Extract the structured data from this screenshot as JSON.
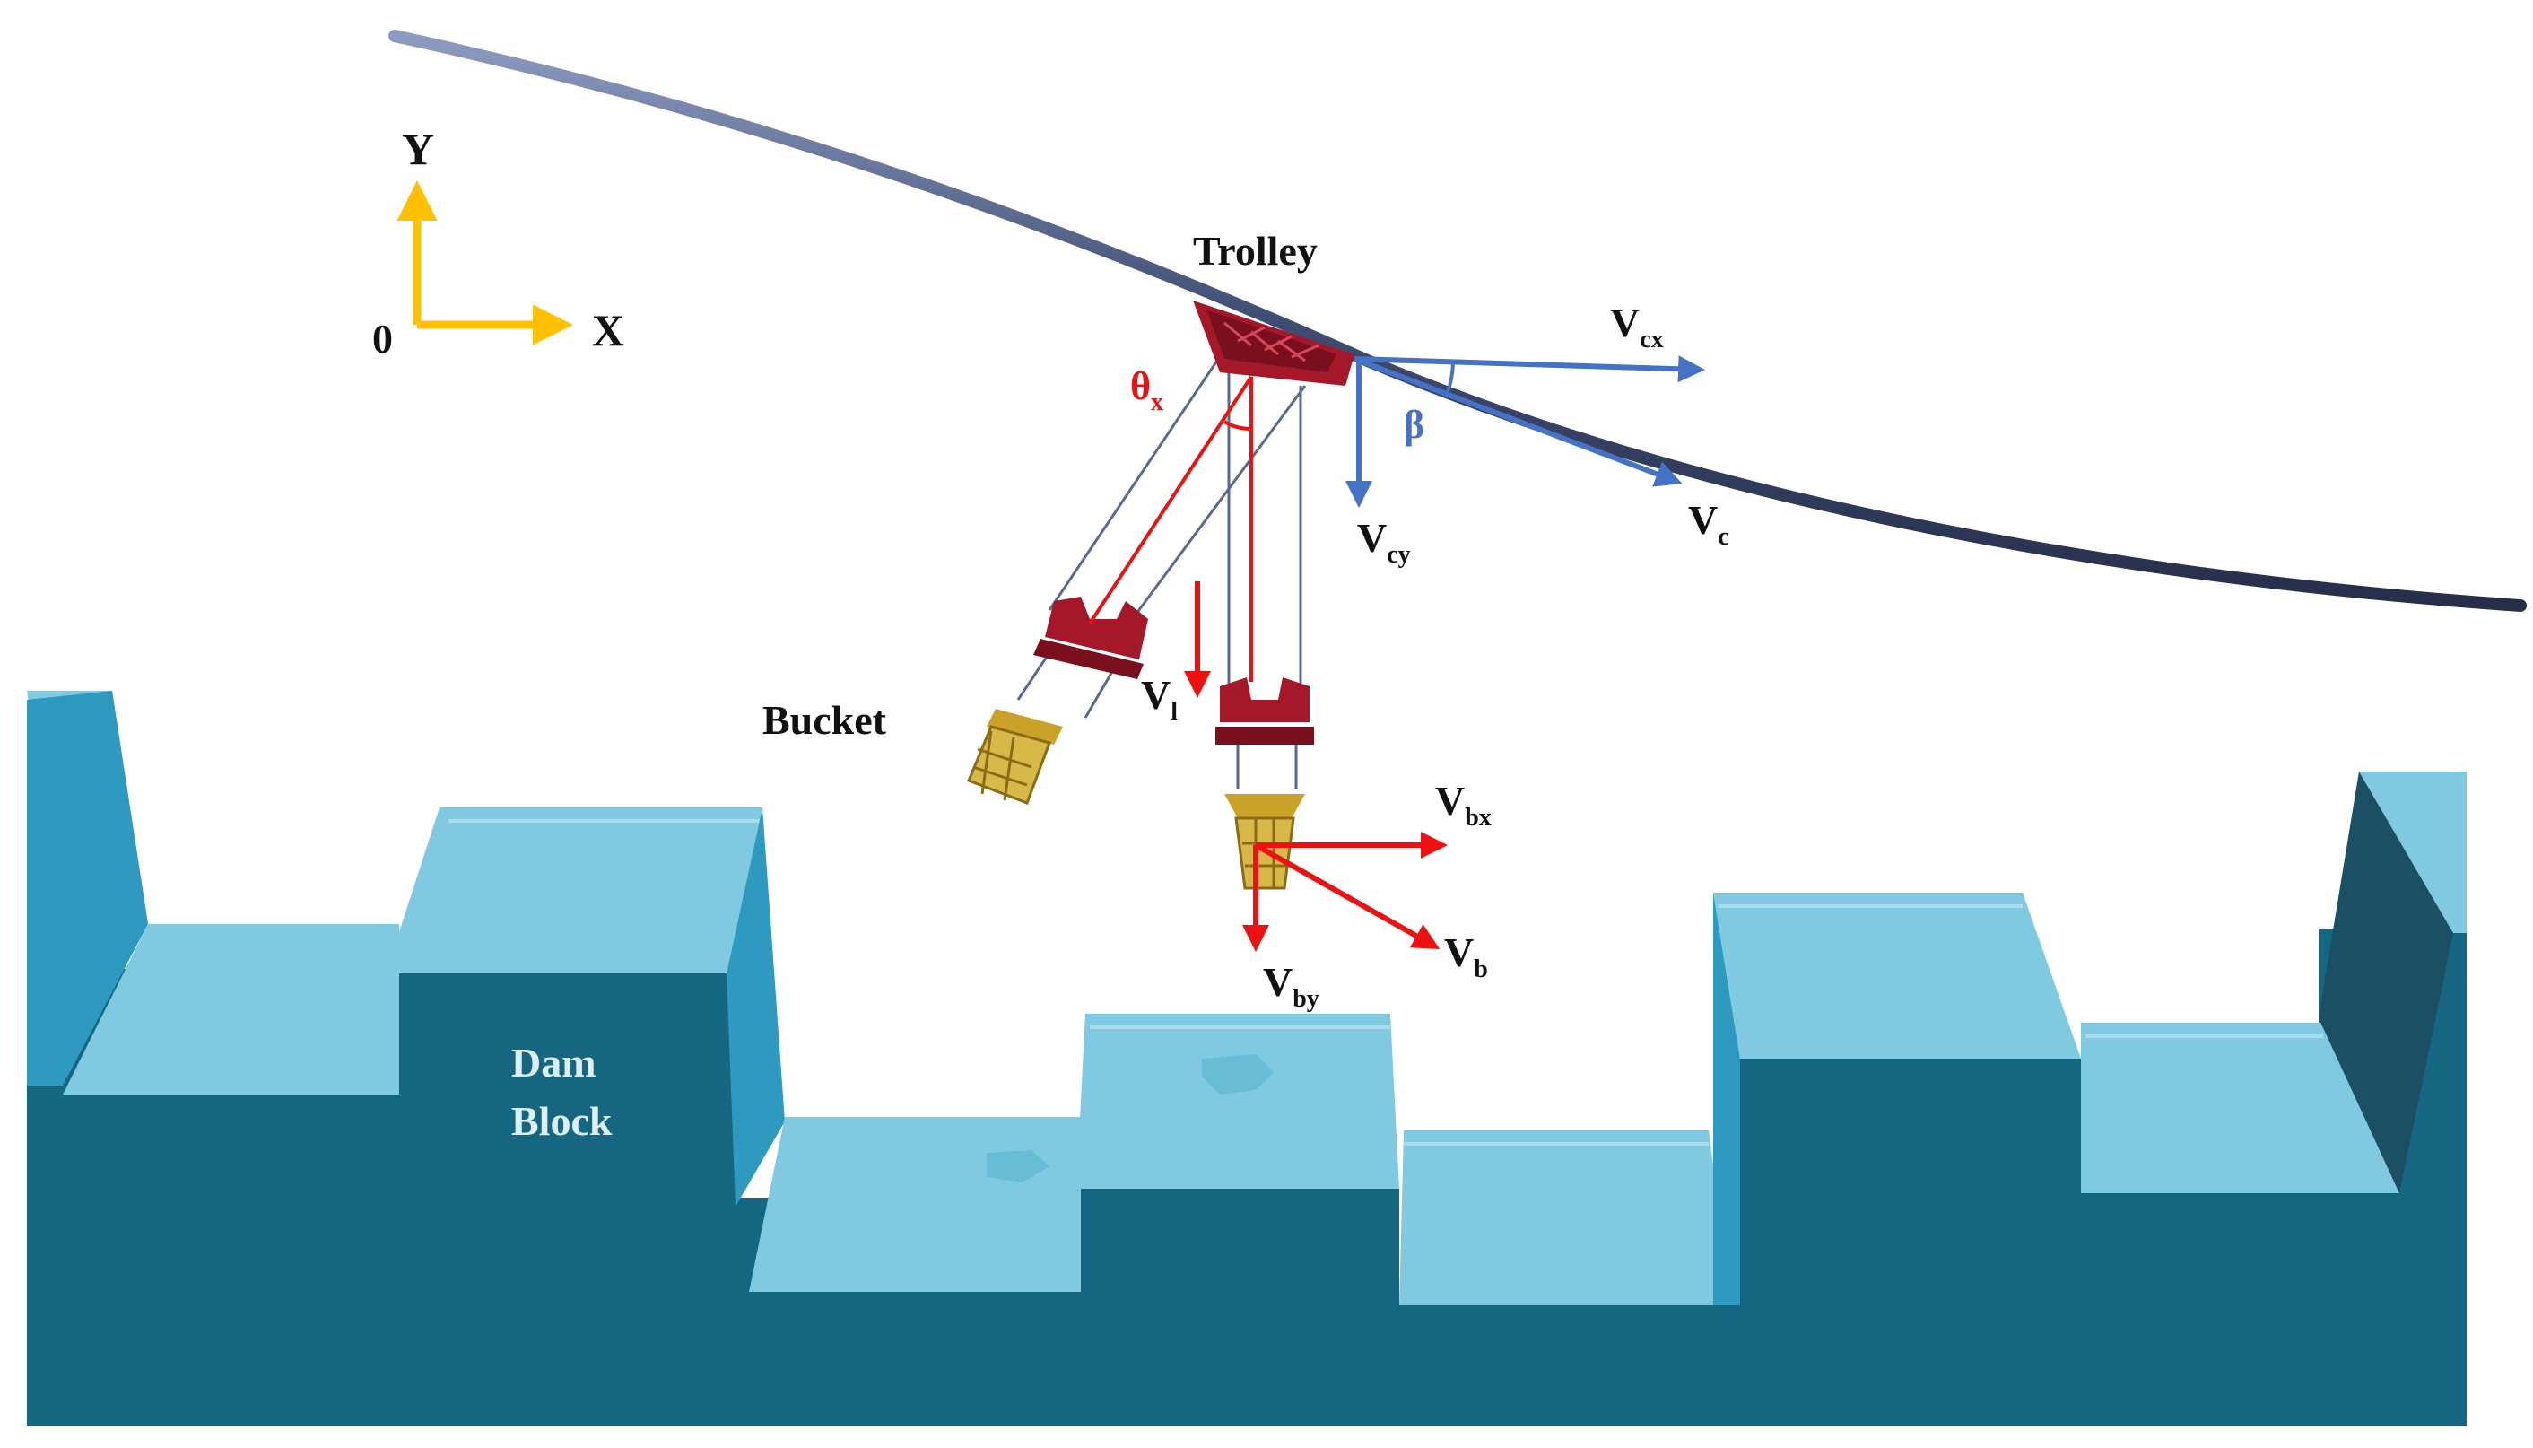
{
  "labels": {
    "axis_y": "Y",
    "axis_x": "X",
    "origin": "0",
    "trolley": "Trolley",
    "bucket": "Bucket",
    "dam_line1": "Dam",
    "dam_line2": "Block",
    "theta": "θ",
    "theta_sub": "x",
    "beta": "β",
    "vl": "V",
    "vl_sub": "l",
    "vcx": "V",
    "vcx_sub": "cx",
    "vcy": "V",
    "vcy_sub": "cy",
    "vc": "V",
    "vc_sub": "c",
    "vbx": "V",
    "vbx_sub": "bx",
    "vby": "V",
    "vby_sub": "by",
    "vb": "V",
    "vb_sub": "b"
  },
  "colors": {
    "axis": "#FFC000",
    "red_vector": "#EE1111",
    "blue_vector": "#4472C4",
    "cable": "#3F4D73",
    "trolley": "#A4182A",
    "bucket": "#C9A227",
    "dam_dark": "#156680",
    "dam_light": "#7FCAE0",
    "dam_mid": "#2E9AC0",
    "dam_label": "#DCEFF5"
  }
}
